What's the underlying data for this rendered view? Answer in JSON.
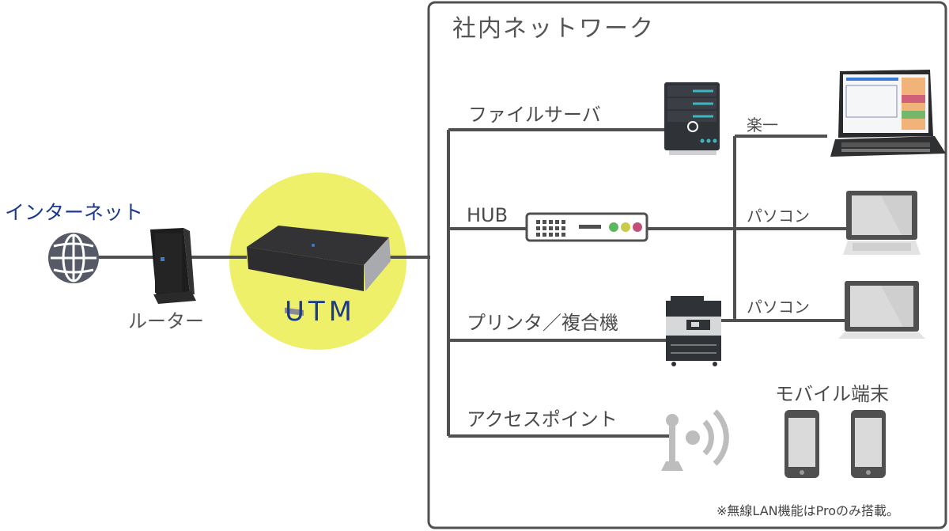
{
  "internet": {
    "label": "インターネット"
  },
  "router": {
    "label": "ルーター"
  },
  "utm": {
    "label": "UTM"
  },
  "network": {
    "title": "社内ネットワーク",
    "fileserver_label": "ファイルサーバ",
    "hub_label": "HUB",
    "printer_label": "プリンタ／複合機",
    "access_point_label": "アクセスポイント",
    "rakuichi_label": "楽一",
    "pc1_label": "パソコン",
    "pc2_label": "パソコン",
    "mobile_label": "モバイル端末",
    "note": "※無線LAN機能はProのみ搭載。"
  },
  "colors": {
    "line": "#505050",
    "utm_circle": "#eef06a",
    "label_blue": "#1c3a8c",
    "hub_led_green": "#5cb85c",
    "hub_led_yellow": "#c9cc4a",
    "hub_led_red": "#c0507a",
    "server_accent": "#3fb6bf"
  },
  "icons": [
    "globe-icon",
    "router-icon",
    "utm-appliance-icon",
    "server-icon",
    "hub-icon",
    "printer-icon",
    "access-point-icon",
    "pos-terminal-icon",
    "laptop-icon",
    "smartphone-icon"
  ]
}
